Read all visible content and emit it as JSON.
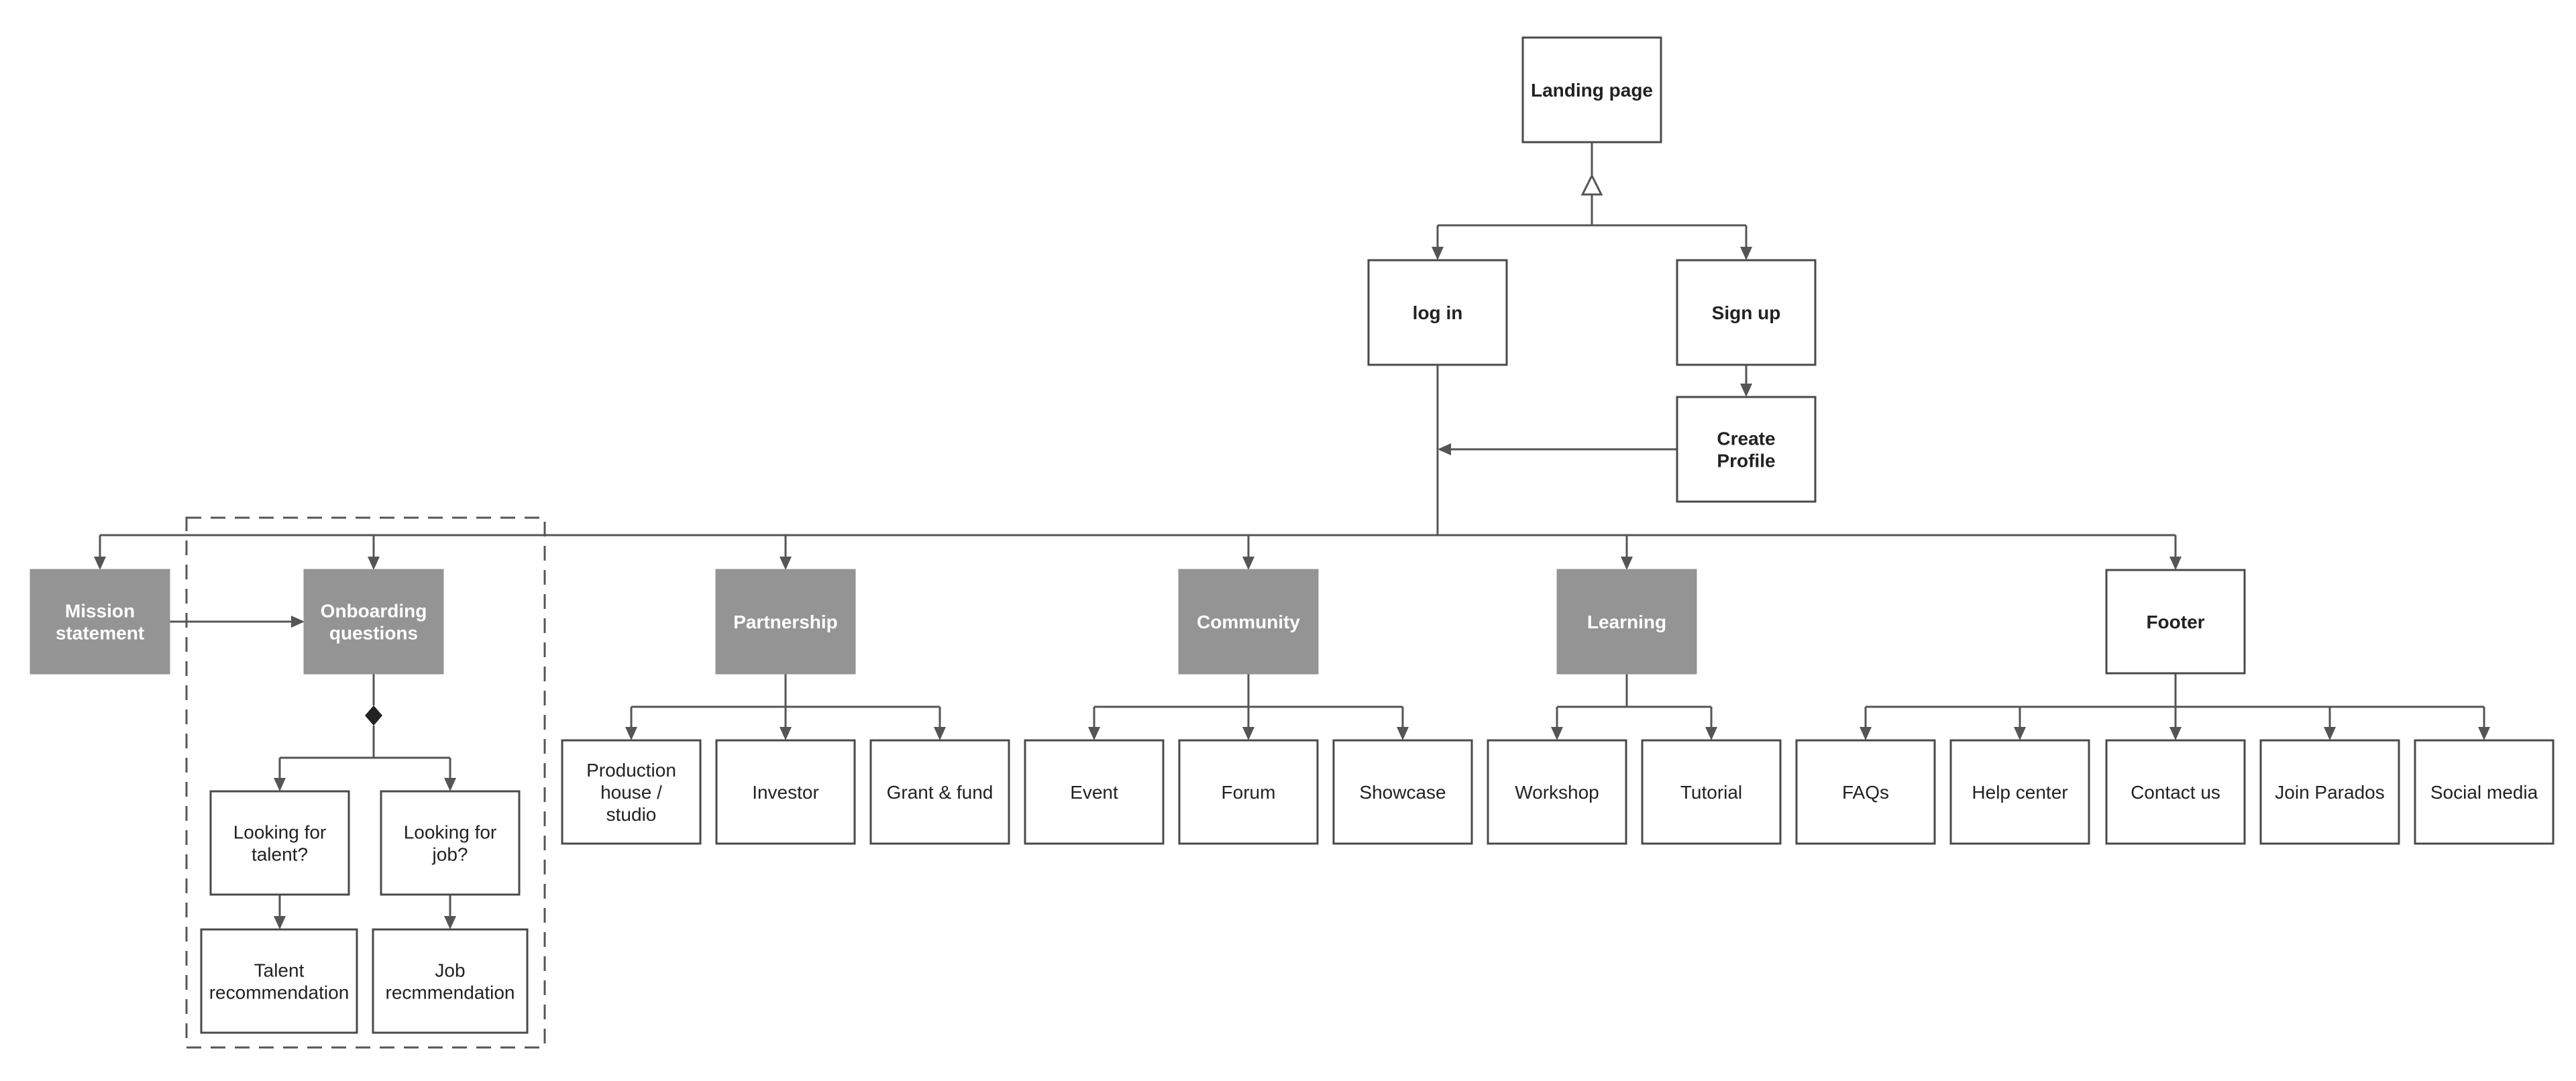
{
  "colors": {
    "border": "#4a4a4a",
    "filled_node": "#949494",
    "filled_text": "#ffffff",
    "text": "#222222",
    "edge": "#555555",
    "background": "#ffffff"
  },
  "nodes": {
    "landing_page": "Landing page",
    "log_in": "log in",
    "sign_up": "Sign up",
    "create_profile": "Create Profile",
    "mission_statement": "Mission statement",
    "onboarding_questions": "Onboarding questions",
    "partnership": "Partnership",
    "community": "Community",
    "learning": "Learning",
    "footer": "Footer",
    "looking_for_talent": "Looking for talent?",
    "looking_for_job": "Looking for job?",
    "talent_recommendation": "Talent recommendation",
    "job_recommendation": "Job recmmendation",
    "production_house": "Production house / studio",
    "investor": "Investor",
    "grant_fund": "Grant & fund",
    "event": "Event",
    "forum": "Forum",
    "showcase": "Showcase",
    "workshop": "Workshop",
    "tutorial": "Tutorial",
    "faqs": "FAQs",
    "help_center": "Help center",
    "contact_us": "Contact us",
    "join_parados": "Join Parados",
    "social_media": "Social media"
  }
}
